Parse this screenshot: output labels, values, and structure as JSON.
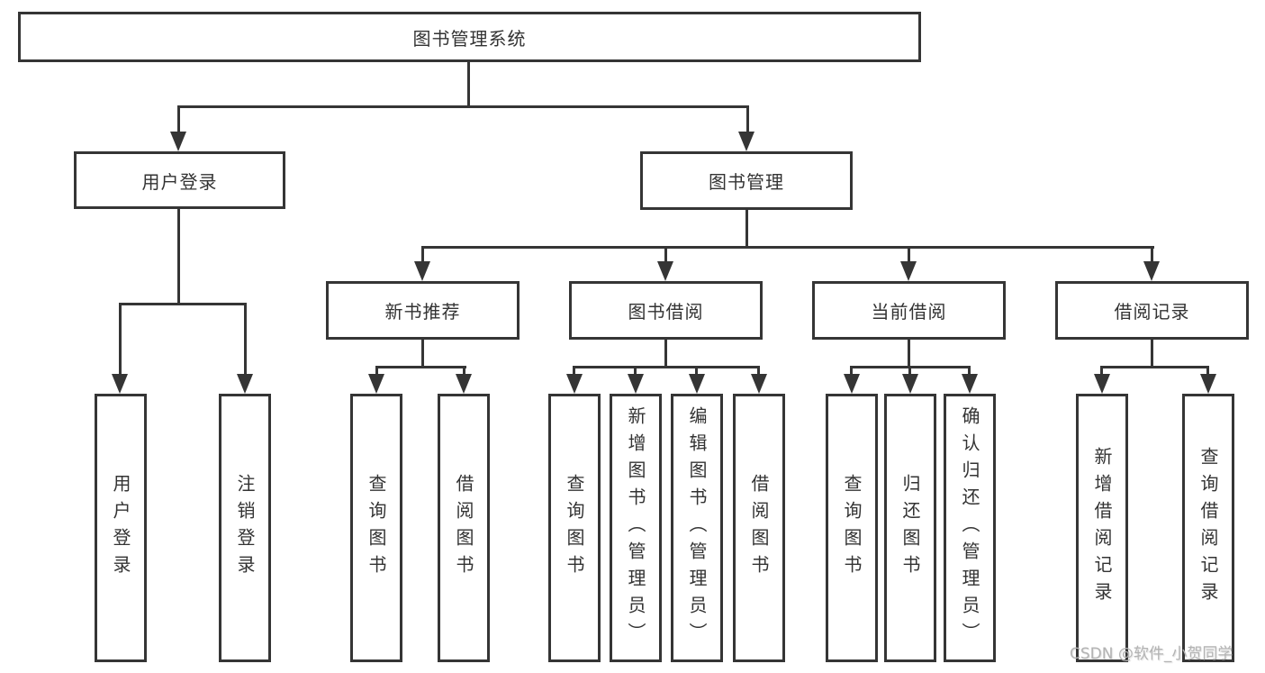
{
  "colors": {
    "line": "#353535",
    "box_border": "#353535",
    "text": "#333333",
    "watermark": "#b3b3b3",
    "background": "#ffffff"
  },
  "nodes": {
    "root": "图书管理系统",
    "user_login": "用户登录",
    "book_management": "图书管理",
    "new_book": "新书推荐",
    "book_borrow": "图书借阅",
    "current_borrow": "当前借阅",
    "borrow_record": "借阅记录"
  },
  "leaves": {
    "user_login": [
      "用户登录",
      "注销登录"
    ],
    "new_book": [
      "查询图书",
      "借阅图书"
    ],
    "book_borrow": [
      "查询图书",
      "新增图书（管理员）",
      "编辑图书（管理员）",
      "借阅图书"
    ],
    "current_borrow": [
      "查询图书",
      "归还图书",
      "确认归还（管理员）"
    ],
    "borrow_record": [
      "新增借阅记录",
      "查询借阅记录"
    ]
  },
  "watermark": "CSDN @软件_小贺同学"
}
